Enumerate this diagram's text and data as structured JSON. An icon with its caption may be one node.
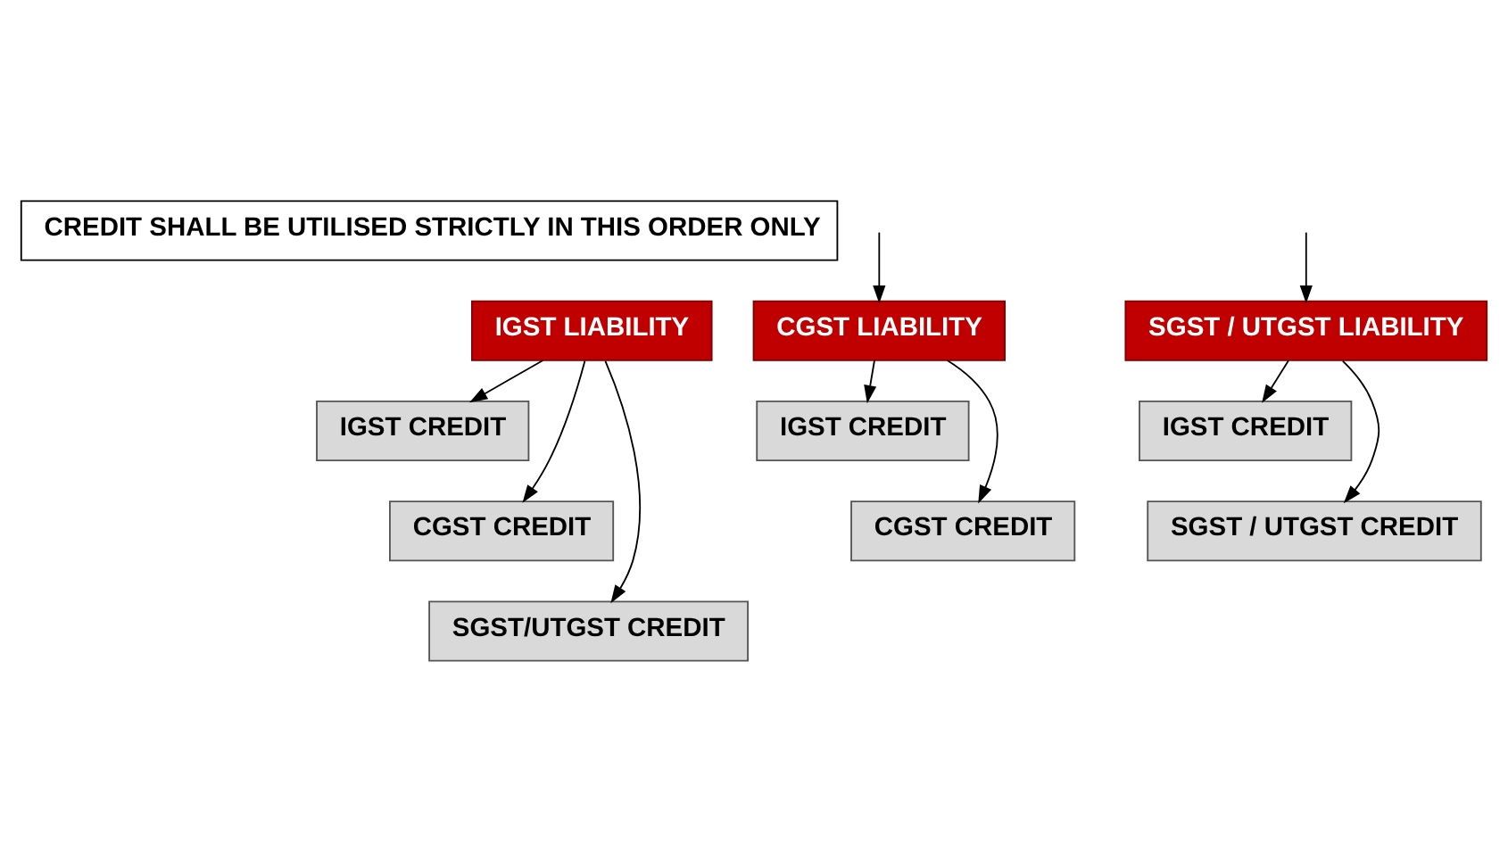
{
  "diagram": {
    "nodes": [
      {
        "text": [
          "CREDIT SHALL BE UTILISED STRICTLY IN THIS ORDER ONLY"
        ]
      },
      {
        "text": [
          "IGST LIABILITY"
        ]
      },
      {
        "text": [
          "IGST CREDIT"
        ]
      },
      {
        "text": [
          "CGST CREDIT"
        ]
      },
      {
        "text": [
          "SGST/UTGST CREDIT"
        ]
      },
      {
        "text": [
          "CGST LIABILITY"
        ]
      },
      {
        "text": [
          "IGST CREDIT"
        ]
      },
      {
        "text": [
          "CGST CREDIT"
        ]
      },
      {
        "text": [
          "SGST / UTGST LIABILITY"
        ]
      },
      {
        "text": [
          "IGST CREDIT"
        ]
      },
      {
        "text": [
          "SGST / UTGST CREDIT"
        ]
      }
    ],
    "edges": [
      {
        "from": 1,
        "to": 2,
        "arrow": "to"
      },
      {
        "from": 1,
        "to": 3,
        "arrow": "to"
      },
      {
        "from": 1,
        "to": 4,
        "arrow": "to"
      },
      {
        "from": null,
        "to": 5,
        "arrow": "to"
      },
      {
        "from": 5,
        "to": 6,
        "arrow": "to"
      },
      {
        "from": 5,
        "to": 7,
        "arrow": "to"
      },
      {
        "from": null,
        "to": 8,
        "arrow": "to"
      },
      {
        "from": 8,
        "to": 9,
        "arrow": "to"
      },
      {
        "from": 8,
        "to": 10,
        "arrow": "to"
      }
    ]
  }
}
